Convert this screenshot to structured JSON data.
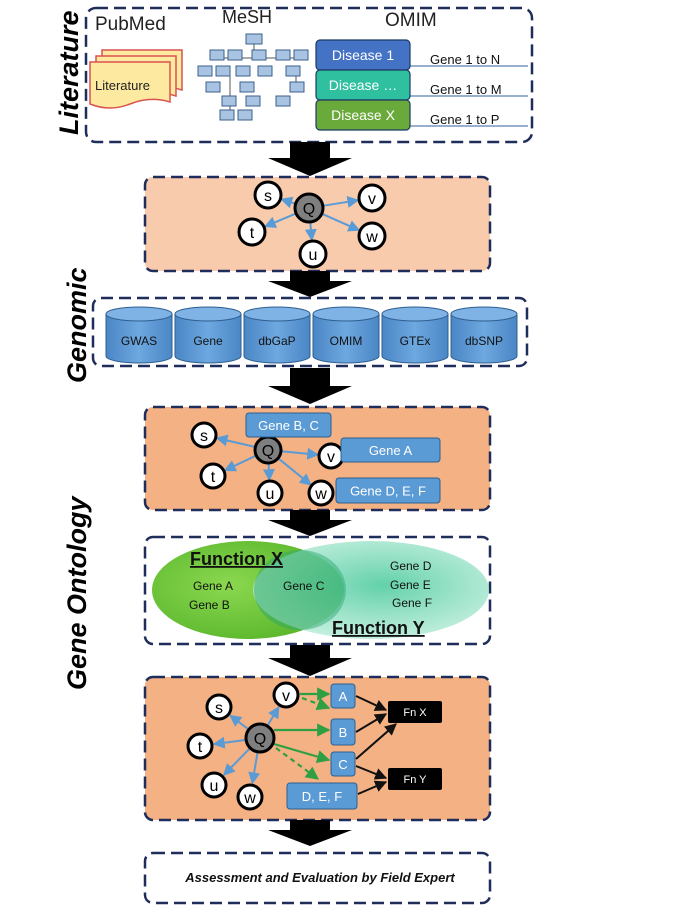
{
  "side_labels": {
    "literature": "Literature",
    "genomic": "Genomic",
    "gene_ontology": "Gene Ontology"
  },
  "literature": {
    "pubmed_title": "PubMed",
    "literature_doc": "Literature",
    "mesh_title": "MeSH",
    "omim_title": "OMIM",
    "diseases": [
      {
        "label": "Disease 1",
        "genes": "Gene 1 to N",
        "color": "#4472c4"
      },
      {
        "label": "Disease …",
        "genes": "Gene 1 to M",
        "color": "#2fc0a0"
      },
      {
        "label": "Disease X",
        "genes": "Gene 1 to P",
        "color": "#6aaa3a"
      }
    ]
  },
  "query_graph": {
    "center": "Q",
    "nodes": [
      "s",
      "t",
      "u",
      "v",
      "w"
    ]
  },
  "genomic": {
    "databases": [
      "GWAS",
      "Gene",
      "dbGaP",
      "OMIM",
      "GTEx",
      "dbSNP"
    ]
  },
  "gene_graph": {
    "center": "Q",
    "nodes": [
      "s",
      "t",
      "u",
      "v",
      "w"
    ],
    "gene_boxes": [
      "Gene B, C",
      "Gene A",
      "Gene D, E, F"
    ]
  },
  "venn": {
    "function_x": "Function X",
    "function_y": "Function Y",
    "x_only": [
      "Gene A",
      "Gene B"
    ],
    "overlap": "Gene C",
    "y_only": [
      "Gene D",
      "Gene E",
      "Gene F"
    ]
  },
  "function_graph": {
    "center": "Q",
    "nodes": [
      "s",
      "t",
      "u",
      "v",
      "w"
    ],
    "gene_nodes": [
      "A",
      "B",
      "C",
      "D, E, F"
    ],
    "functions": [
      "Fn X",
      "Fn Y"
    ]
  },
  "assessment": "Assessment and Evaluation by Field Expert",
  "colors": {
    "panel_fill": "#f8cbad",
    "panel_fill_dark": "#f4b183",
    "gene_box": "#5b9bd5",
    "edge_blue": "#5b9bd5",
    "edge_green": "#2ea043",
    "function_x": "#70c040",
    "function_y": "#3dbf8e"
  }
}
